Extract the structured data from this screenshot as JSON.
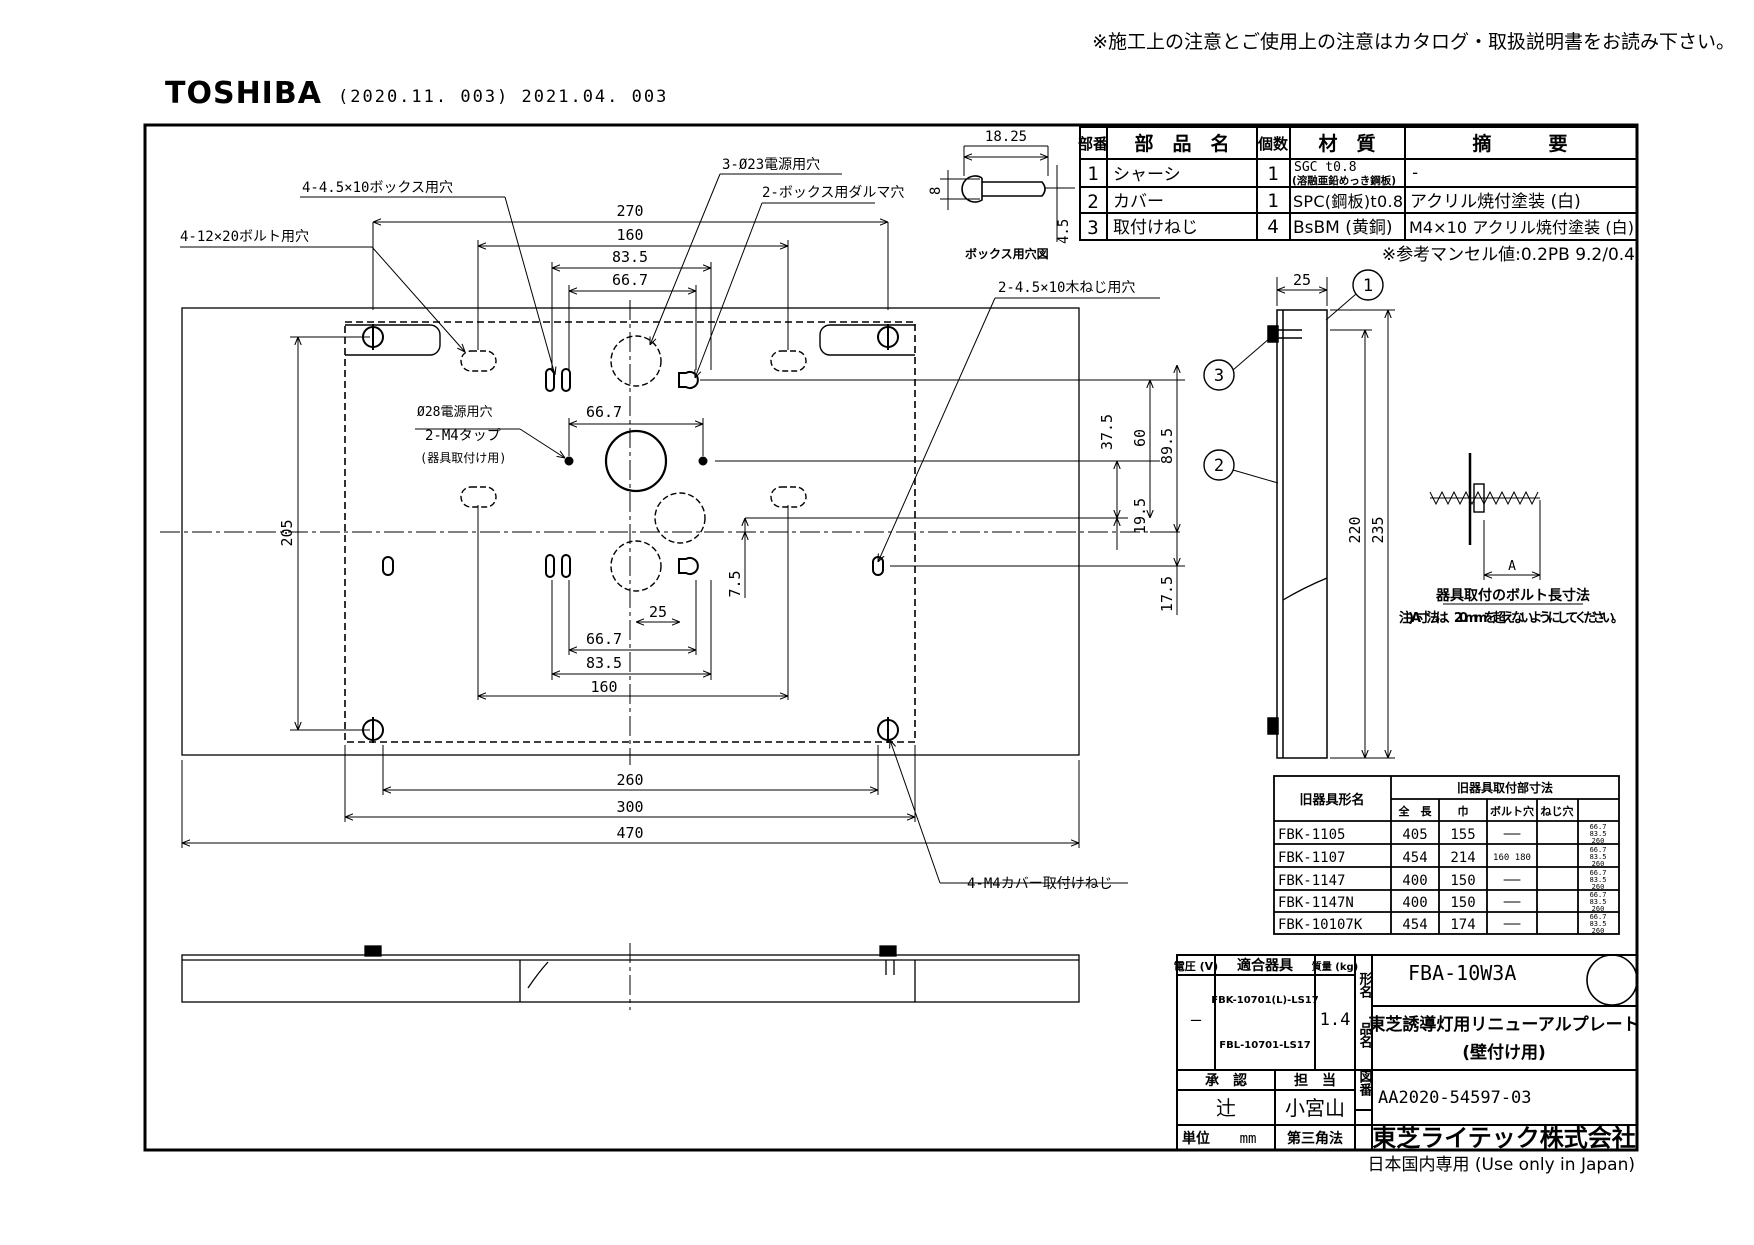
{
  "notice": "※施工上の注意とご使用上の注意はカタログ・取扱説明書をお読み下さい。",
  "brand": "TOSHIBA",
  "revision": "(2020.11. 003) 2021.04. 003",
  "parts_table": {
    "headers": {
      "no": "部番",
      "name": "部　品　名",
      "qty": "個数",
      "material": "材　質",
      "remarks": "摘　　　要"
    },
    "rows": [
      {
        "no": "1",
        "name": "シャーシ",
        "qty": "1",
        "material_top": "SGC t0.8",
        "material_bottom": "(溶融亜鉛めっき鋼板)",
        "remarks": "-"
      },
      {
        "no": "2",
        "name": "カバー",
        "qty": "1",
        "material": "SPC(鋼板)t0.8",
        "remarks": "アクリル焼付塗装 (白)"
      },
      {
        "no": "3",
        "name": "取付けねじ",
        "qty": "4",
        "material": "BsBM (黄銅)",
        "remarks": "M4×10 アクリル焼付塗装 (白)"
      }
    ],
    "munsell": "※参考マンセル値:0.2PB 9.2/0.4"
  },
  "box_hole": {
    "label": "ボックス用穴図",
    "dims": [
      "18.25",
      "8",
      "4.5"
    ]
  },
  "callouts": [
    "4-4.5×10ボックス用穴",
    "3-Ø23電源用穴",
    "2-ボックス用ダルマ穴",
    "4-12×20ボルト用穴",
    "2-4.5×10木ねじ用穴",
    "Ø28電源用穴",
    "2-M4タップ",
    "(器具取付け用)",
    "4-M4カバー取付けねじ"
  ],
  "dims_top": [
    "270",
    "160",
    "83.5",
    "66.7"
  ],
  "dims_mid": [
    "66.7"
  ],
  "dims_bottom": [
    "25",
    "66.7",
    "83.5",
    "160",
    "260",
    "300",
    "470"
  ],
  "dims_left": [
    "205"
  ],
  "dims_right": [
    "37.5",
    "60",
    "89.5",
    "19.5",
    "7.5",
    "17.5"
  ],
  "side_view": {
    "dims": [
      "25",
      "220",
      "235"
    ],
    "balloons": [
      "1",
      "2",
      "3"
    ]
  },
  "bolt_detail": {
    "label_a": "A",
    "title": "器具取付のボルト長寸法",
    "note": "注) A寸法は、20mmを超えないようにしてください。"
  },
  "old_fixtures": {
    "name_header": "旧器具形名",
    "group_header": "旧器具取付部寸法",
    "sub_headers": [
      "全　長",
      "巾",
      "ボルト穴",
      "ねじ穴"
    ],
    "rows": [
      {
        "model": "FBK-1105",
        "length": "405",
        "width": "155",
        "bolt": "——",
        "screw": [
          "66.7",
          "83.5",
          "260"
        ]
      },
      {
        "model": "FBK-1107",
        "length": "454",
        "width": "214",
        "bolt": "160 180",
        "screw": [
          "66.7",
          "83.5",
          "260"
        ]
      },
      {
        "model": "FBK-1147",
        "length": "400",
        "width": "150",
        "bolt": "——",
        "screw": [
          "66.7",
          "83.5",
          "260"
        ]
      },
      {
        "model": "FBK-1147N",
        "length": "400",
        "width": "150",
        "bolt": "——",
        "screw": [
          "66.7",
          "83.5",
          "260"
        ]
      },
      {
        "model": "FBK-10107K",
        "length": "454",
        "width": "174",
        "bolt": "——",
        "screw": [
          "66.7",
          "83.5",
          "260"
        ]
      }
    ]
  },
  "title_block": {
    "voltage_header": "電圧 (V)",
    "fixtures_header": "適合器具",
    "mass_header": "質量 (kg)",
    "voltage": "—",
    "fixture_1": "FBK-10701(L)-LS17",
    "fixture_2": "FBL-10701-LS17",
    "mass": "1.4",
    "katamei_label": "形名",
    "model": "FBA-10W3A",
    "hinmei_label": "品名",
    "product_name_1": "東芝誘導灯用リニューアルプレート",
    "product_name_2": "(壁付け用)",
    "approve_label": "承　認",
    "charge_label": "担　当",
    "zuban_label": "図番",
    "approver": "辻",
    "designer": "小宮山",
    "drawing_no": "AA2020-54597-03",
    "unit_label": "単位",
    "unit": "mm",
    "projection": "第三角法",
    "company": "東芝ライテック株式会社",
    "japan_only": "日本国内専用 (Use only in Japan)"
  }
}
